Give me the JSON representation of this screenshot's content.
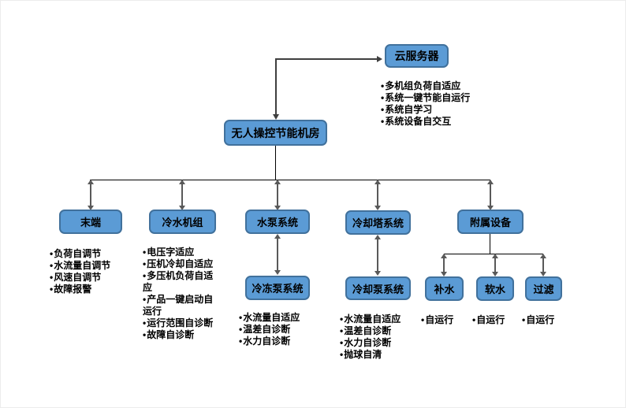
{
  "colors": {
    "node_fill": "#5b9bd5",
    "node_border": "#41719c",
    "line": "#000000",
    "elbow": "#3f3f3f",
    "arrow": "#595959"
  },
  "diagram": {
    "cloud": {
      "label": "云服务器",
      "bullets": [
        "多机组负荷自适应",
        "系统一键节能自运行",
        "系统自学习",
        "系统设备自交互"
      ]
    },
    "root": {
      "label": "无人操控节能机房"
    },
    "branches": [
      {
        "label": "末端",
        "bullets": [
          "负荷自调节",
          "水流量自调节",
          "风速自调节",
          "故障报警"
        ]
      },
      {
        "label": "冷水机组",
        "bullets": [
          "电压字适应",
          "压机冷却自适应",
          "多压机负荷自适应",
          "产品一键启动自运行",
          "运行范围自诊断",
          "故障自诊断"
        ]
      },
      {
        "label": "水泵系统",
        "child": {
          "label": "冷冻泵系统",
          "bullets": [
            "水流量自适应",
            "温差自诊断",
            "水力自诊断"
          ]
        }
      },
      {
        "label": "冷却塔系统",
        "child": {
          "label": "冷却泵系统",
          "bullets": [
            "水流量自适应",
            "温差自诊断",
            "水力自诊断",
            "抛球自清"
          ]
        }
      },
      {
        "label": "附属设备",
        "children": [
          {
            "label": "补水",
            "bullets": [
              "自运行"
            ]
          },
          {
            "label": "软水",
            "bullets": [
              "自运行"
            ]
          },
          {
            "label": "过滤",
            "bullets": [
              "自运行"
            ]
          }
        ]
      }
    ]
  }
}
